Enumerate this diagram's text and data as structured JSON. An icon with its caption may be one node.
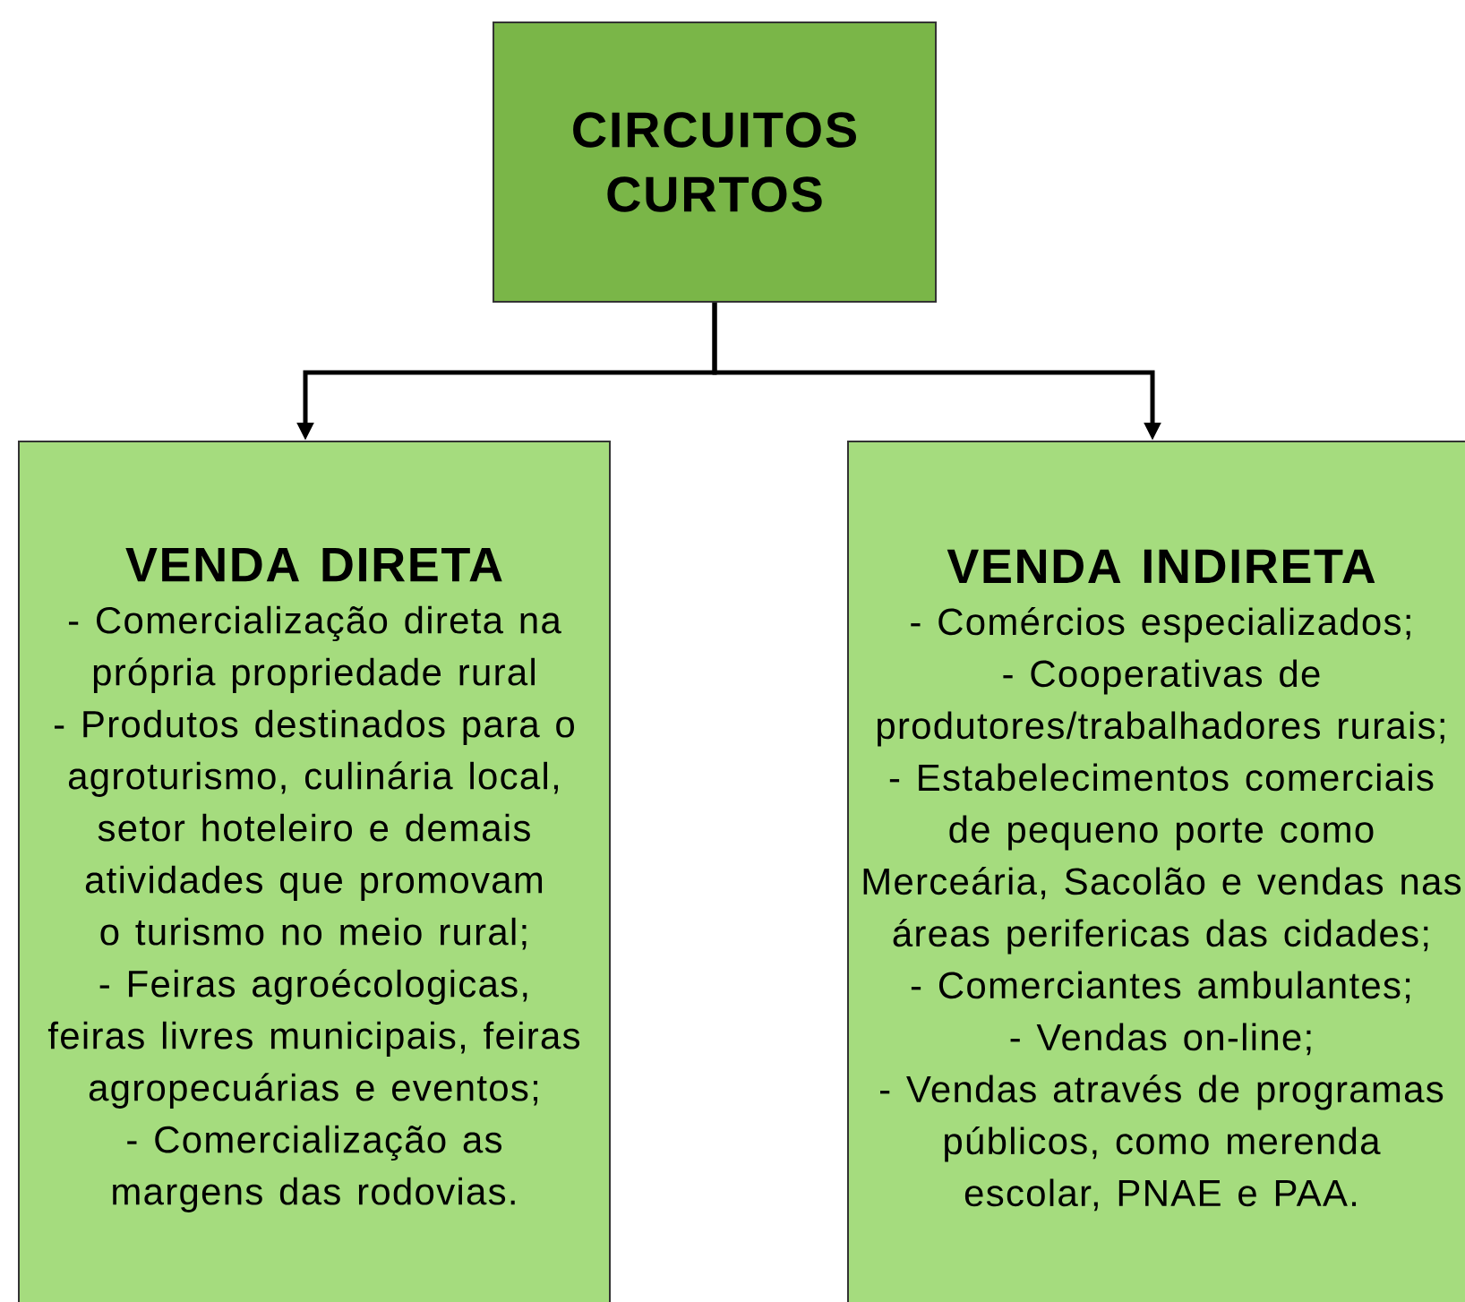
{
  "diagram": {
    "nodes": [
      {
        "text": [
          "CIRCUITOS CURTOS"
        ]
      },
      {
        "text": [
          "VENDA DIRETA",
          "- Comercialização direta na própria propriedade rural",
          "- Produtos destinados para o agroturismo, culinária local, setor hoteleiro e demais atividades que promovam o turismo no meio rural;",
          "- Feiras agroécologicas, feiras livres municipais, feiras agropecuárias e eventos;",
          "- Comercialização as margens das rodovias."
        ]
      },
      {
        "text": [
          "VENDA INDIRETA",
          "- Comércios especializados;",
          "- Cooperativas de produtores/trabalhadores rurais;",
          "- Estabelecimentos comerciais de pequeno porte como Merceária, Sacolão e vendas nas áreas perifericas das cidades;",
          "- Comerciantes ambulantes;",
          "- Vendas on-line;",
          "- Vendas através de programas públicos, como merenda escolar, PNAE e PAA."
        ]
      }
    ],
    "edges": [
      {
        "from": 0,
        "to": 1,
        "arrow": "to"
      },
      {
        "from": 0,
        "to": 2,
        "arrow": "to"
      }
    ]
  }
}
